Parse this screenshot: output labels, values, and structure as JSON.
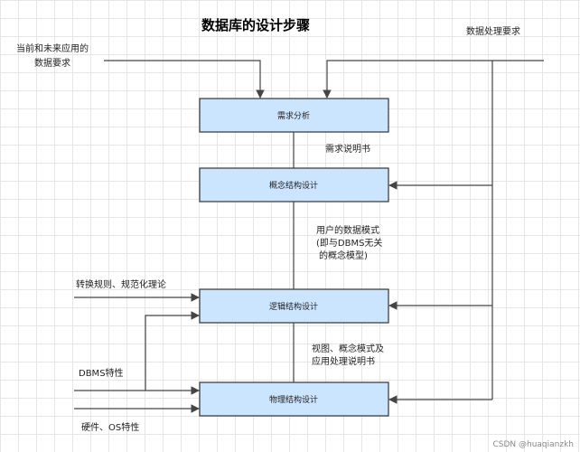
{
  "title": "数据库的设计步骤",
  "inputs": {
    "current_future_line1": "当前和未来应用的",
    "current_future_line2": "数据要求",
    "processing_requirements": "数据处理要求",
    "conversion_rules": "转换规则、规范化理论",
    "dbms_features": "DBMS特性",
    "hardware_os": "硬件、OS特性"
  },
  "steps": [
    {
      "label": "需求分析"
    },
    {
      "label": "概念结构设计"
    },
    {
      "label": "逻辑结构设计"
    },
    {
      "label": "物理结构设计"
    }
  ],
  "outputs": {
    "spec": "需求说明书",
    "user_model_line1": "用户的数据模式",
    "user_model_line2": "(即与DBMS无关",
    "user_model_line3": "的概念模型)",
    "view_line1": "视图、概念模式及",
    "view_line2": "应用处理说明书"
  },
  "watermark": "CSDN @huaqianzkh"
}
